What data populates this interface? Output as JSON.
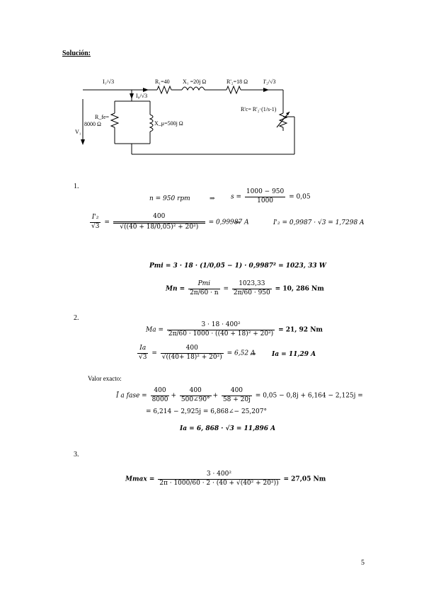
{
  "heading": "Solución:",
  "circuit": {
    "i1": "I₁/√3",
    "r1": "R₁=40",
    "x1": "X₁ =20j Ω",
    "r2": "R'₂=18 Ω",
    "i2": "I'₂/√3",
    "i0": "I₀/√3",
    "rfe_a": "R_fe=",
    "rfe_b": "8000 Ω",
    "xu": "X_μ=500j Ω",
    "v1": "V₁",
    "rc": "R'c= R'₂·(1/s-1)"
  },
  "section1": {
    "number": "1.",
    "n_eq": "n = 950 rpm",
    "arrow1": "⇒",
    "s_lhs": "s =",
    "s_num": "1000 − 950",
    "s_den": "1000",
    "s_res": "= 0,05",
    "i2_lhs_num": "I'₂",
    "i2_lhs_den": "√3",
    "i2_num": "400",
    "i2_den": "√((40 + 18/0,05)² + 20²)",
    "i2_res": "= 0,99987 A",
    "arrow2": "⇒",
    "i2_final": "I'₂ = 0,9987 · √3 = 1,7298 A",
    "pmi": "Pmi = 3 · 18 · (1/0,05 − 1) · 0,9987² = 1023, 33 W",
    "mn_lhs": "Mn =",
    "mn_num": "Pmi",
    "mn_den": "2π/60 · n",
    "mn_mid": "=",
    "mn_num2": "1023,33",
    "mn_den2": "2π/60 · 950",
    "mn_res": "= 10, 286 Nm"
  },
  "section2": {
    "number": "2.",
    "ma_lhs": "Ma =",
    "ma_num": "3 · 18 · 400²",
    "ma_den": "2π/60 · 1000 · ((40 + 18)² + 20²)",
    "ma_res": "= 21, 92 Nm",
    "ia_lhs_num": "Ia",
    "ia_lhs_den": "√3",
    "ia_num": "400",
    "ia_den": "√((40+ 18)² + 20²)",
    "ia_res": "= 6,52 A",
    "arrow": "⇒",
    "ia_final": "Ia = 11,29 A",
    "exact_label": "Valor exacto:",
    "ifase_lhs": "Ī a fase =",
    "t1_num": "400",
    "t1_den": "8000",
    "t2_num": "400",
    "t2_den": "500∠90°",
    "t3_num": "400",
    "t3_den": "58 + 20j",
    "ifase_rest": "= 0,05 − 0,8j + 6,164 − 2,125j =",
    "ifase_line2": "=  6,214 − 2,925j = 6,868∠− 25,207°",
    "ia_exact": "Ia = 6, 868 · √3 = 11,896 A"
  },
  "section3": {
    "number": "3.",
    "mmax_lhs": "Mmax =",
    "mmax_num": "3 · 400²",
    "mmax_den": "2π · 1000/60 · 2 · (40 + √(40² + 20²))",
    "mmax_res": "= 27,05 Nm"
  },
  "page_number": "5"
}
